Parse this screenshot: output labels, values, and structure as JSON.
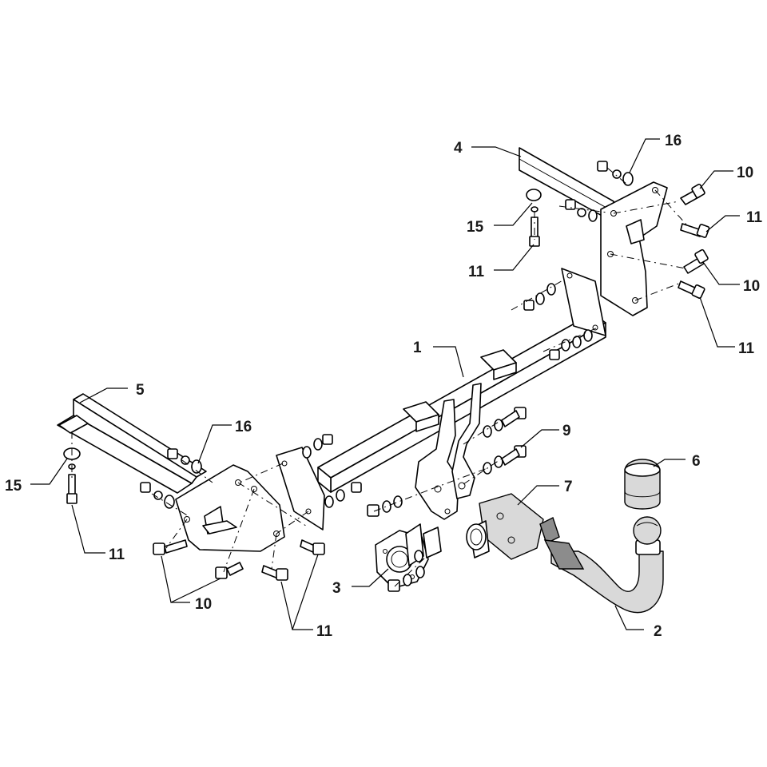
{
  "callouts": {
    "c1": "1",
    "c2": "2",
    "c3": "3",
    "c4": "4",
    "c5": "5",
    "c6": "6",
    "c7": "7",
    "c9": "9",
    "c10_top": "10",
    "c10_mid": "10",
    "c10_left": "10",
    "c11_top": "11",
    "c11_bolt": "11",
    "c11_right": "11",
    "c11_left": "11",
    "c11_bottom": "11",
    "c15_top": "15",
    "c15_left": "15",
    "c16_top": "16",
    "c16_left": "16"
  }
}
